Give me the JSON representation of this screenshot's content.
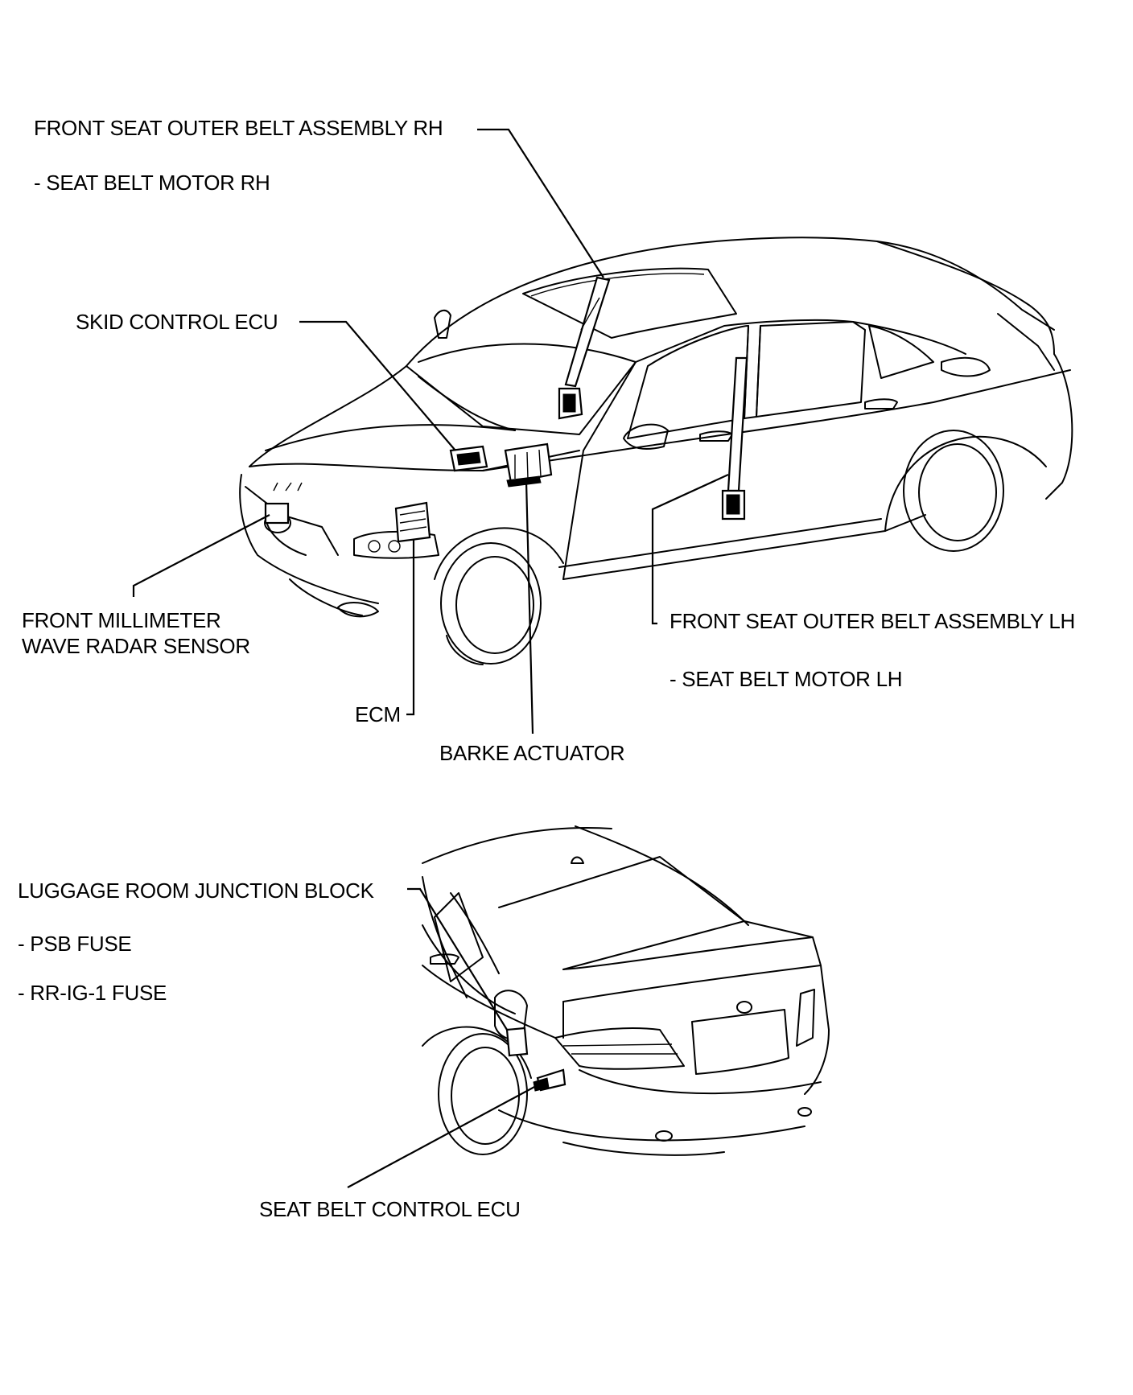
{
  "labels": {
    "rh_belt_title": "FRONT SEAT OUTER BELT ASSEMBLY RH",
    "rh_belt_sub": "- SEAT BELT MOTOR RH",
    "skid_ecu": "SKID CONTROL ECU",
    "radar_line1": "FRONT MILLIMETER",
    "radar_line2": "WAVE RADAR SENSOR",
    "ecm": "ECM",
    "brake_actuator": "BARKE ACTUATOR",
    "lh_belt_title": "FRONT SEAT OUTER BELT ASSEMBLY LH",
    "lh_belt_sub": "- SEAT BELT MOTOR LH",
    "luggage_jb": "LUGGAGE ROOM JUNCTION BLOCK",
    "psb_fuse": "- PSB FUSE",
    "rrig_fuse": "- RR-IG-1 FUSE",
    "seatbelt_ecu": "SEAT BELT CONTROL ECU"
  }
}
